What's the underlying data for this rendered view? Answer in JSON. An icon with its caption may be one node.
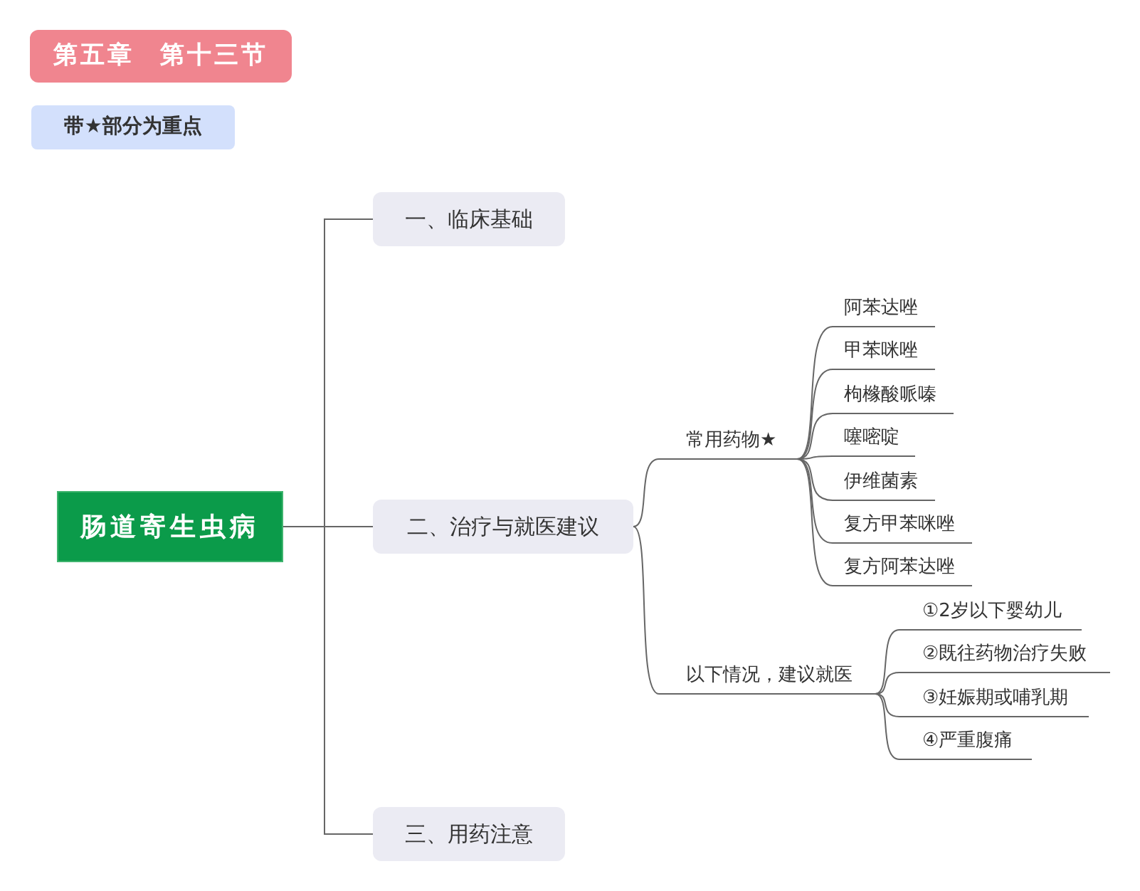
{
  "diagram": {
    "nodes": [
      {
        "text": [
          "第五章 第十三节"
        ]
      },
      {
        "text": [
          "带★部分为重点"
        ]
      },
      {
        "text": [
          "肠道寄生虫病"
        ]
      },
      {
        "text": [
          "一、临床基础"
        ]
      },
      {
        "text": [
          "二、治疗与就医建议"
        ]
      },
      {
        "text": [
          "三、用药注意"
        ]
      },
      {
        "text": [
          "常用药物★"
        ]
      },
      {
        "text": [
          "阿苯达唑"
        ]
      },
      {
        "text": [
          "甲苯咪唑"
        ]
      },
      {
        "text": [
          "枸橼酸哌嗪"
        ]
      },
      {
        "text": [
          "噻嘧啶"
        ]
      },
      {
        "text": [
          "伊维菌素"
        ]
      },
      {
        "text": [
          "复方甲苯咪唑"
        ]
      },
      {
        "text": [
          "复方阿苯达唑"
        ]
      },
      {
        "text": [
          "以下情况，建议就医"
        ]
      },
      {
        "text": [
          "①2岁以下婴幼儿"
        ]
      },
      {
        "text": [
          "②既往药物治疗失败"
        ]
      },
      {
        "text": [
          "③妊娠期或哺乳期"
        ]
      },
      {
        "text": [
          "④严重腹痛"
        ]
      }
    ],
    "edges": [
      {
        "from": 2,
        "to": 3,
        "arrow": "none"
      },
      {
        "from": 2,
        "to": 4,
        "arrow": "none"
      },
      {
        "from": 2,
        "to": 5,
        "arrow": "none"
      },
      {
        "from": 4,
        "to": 6,
        "arrow": "none"
      },
      {
        "from": 4,
        "to": 14,
        "arrow": "none"
      },
      {
        "from": 6,
        "to": 7,
        "arrow": "none"
      },
      {
        "from": 6,
        "to": 8,
        "arrow": "none"
      },
      {
        "from": 6,
        "to": 9,
        "arrow": "none"
      },
      {
        "from": 6,
        "to": 10,
        "arrow": "none"
      },
      {
        "from": 6,
        "to": 11,
        "arrow": "none"
      },
      {
        "from": 6,
        "to": 12,
        "arrow": "none"
      },
      {
        "from": 6,
        "to": 13,
        "arrow": "none"
      },
      {
        "from": 14,
        "to": 15,
        "arrow": "none"
      },
      {
        "from": 14,
        "to": 16,
        "arrow": "none"
      },
      {
        "from": 14,
        "to": 17,
        "arrow": "none"
      },
      {
        "from": 14,
        "to": 18,
        "arrow": "none"
      }
    ]
  }
}
